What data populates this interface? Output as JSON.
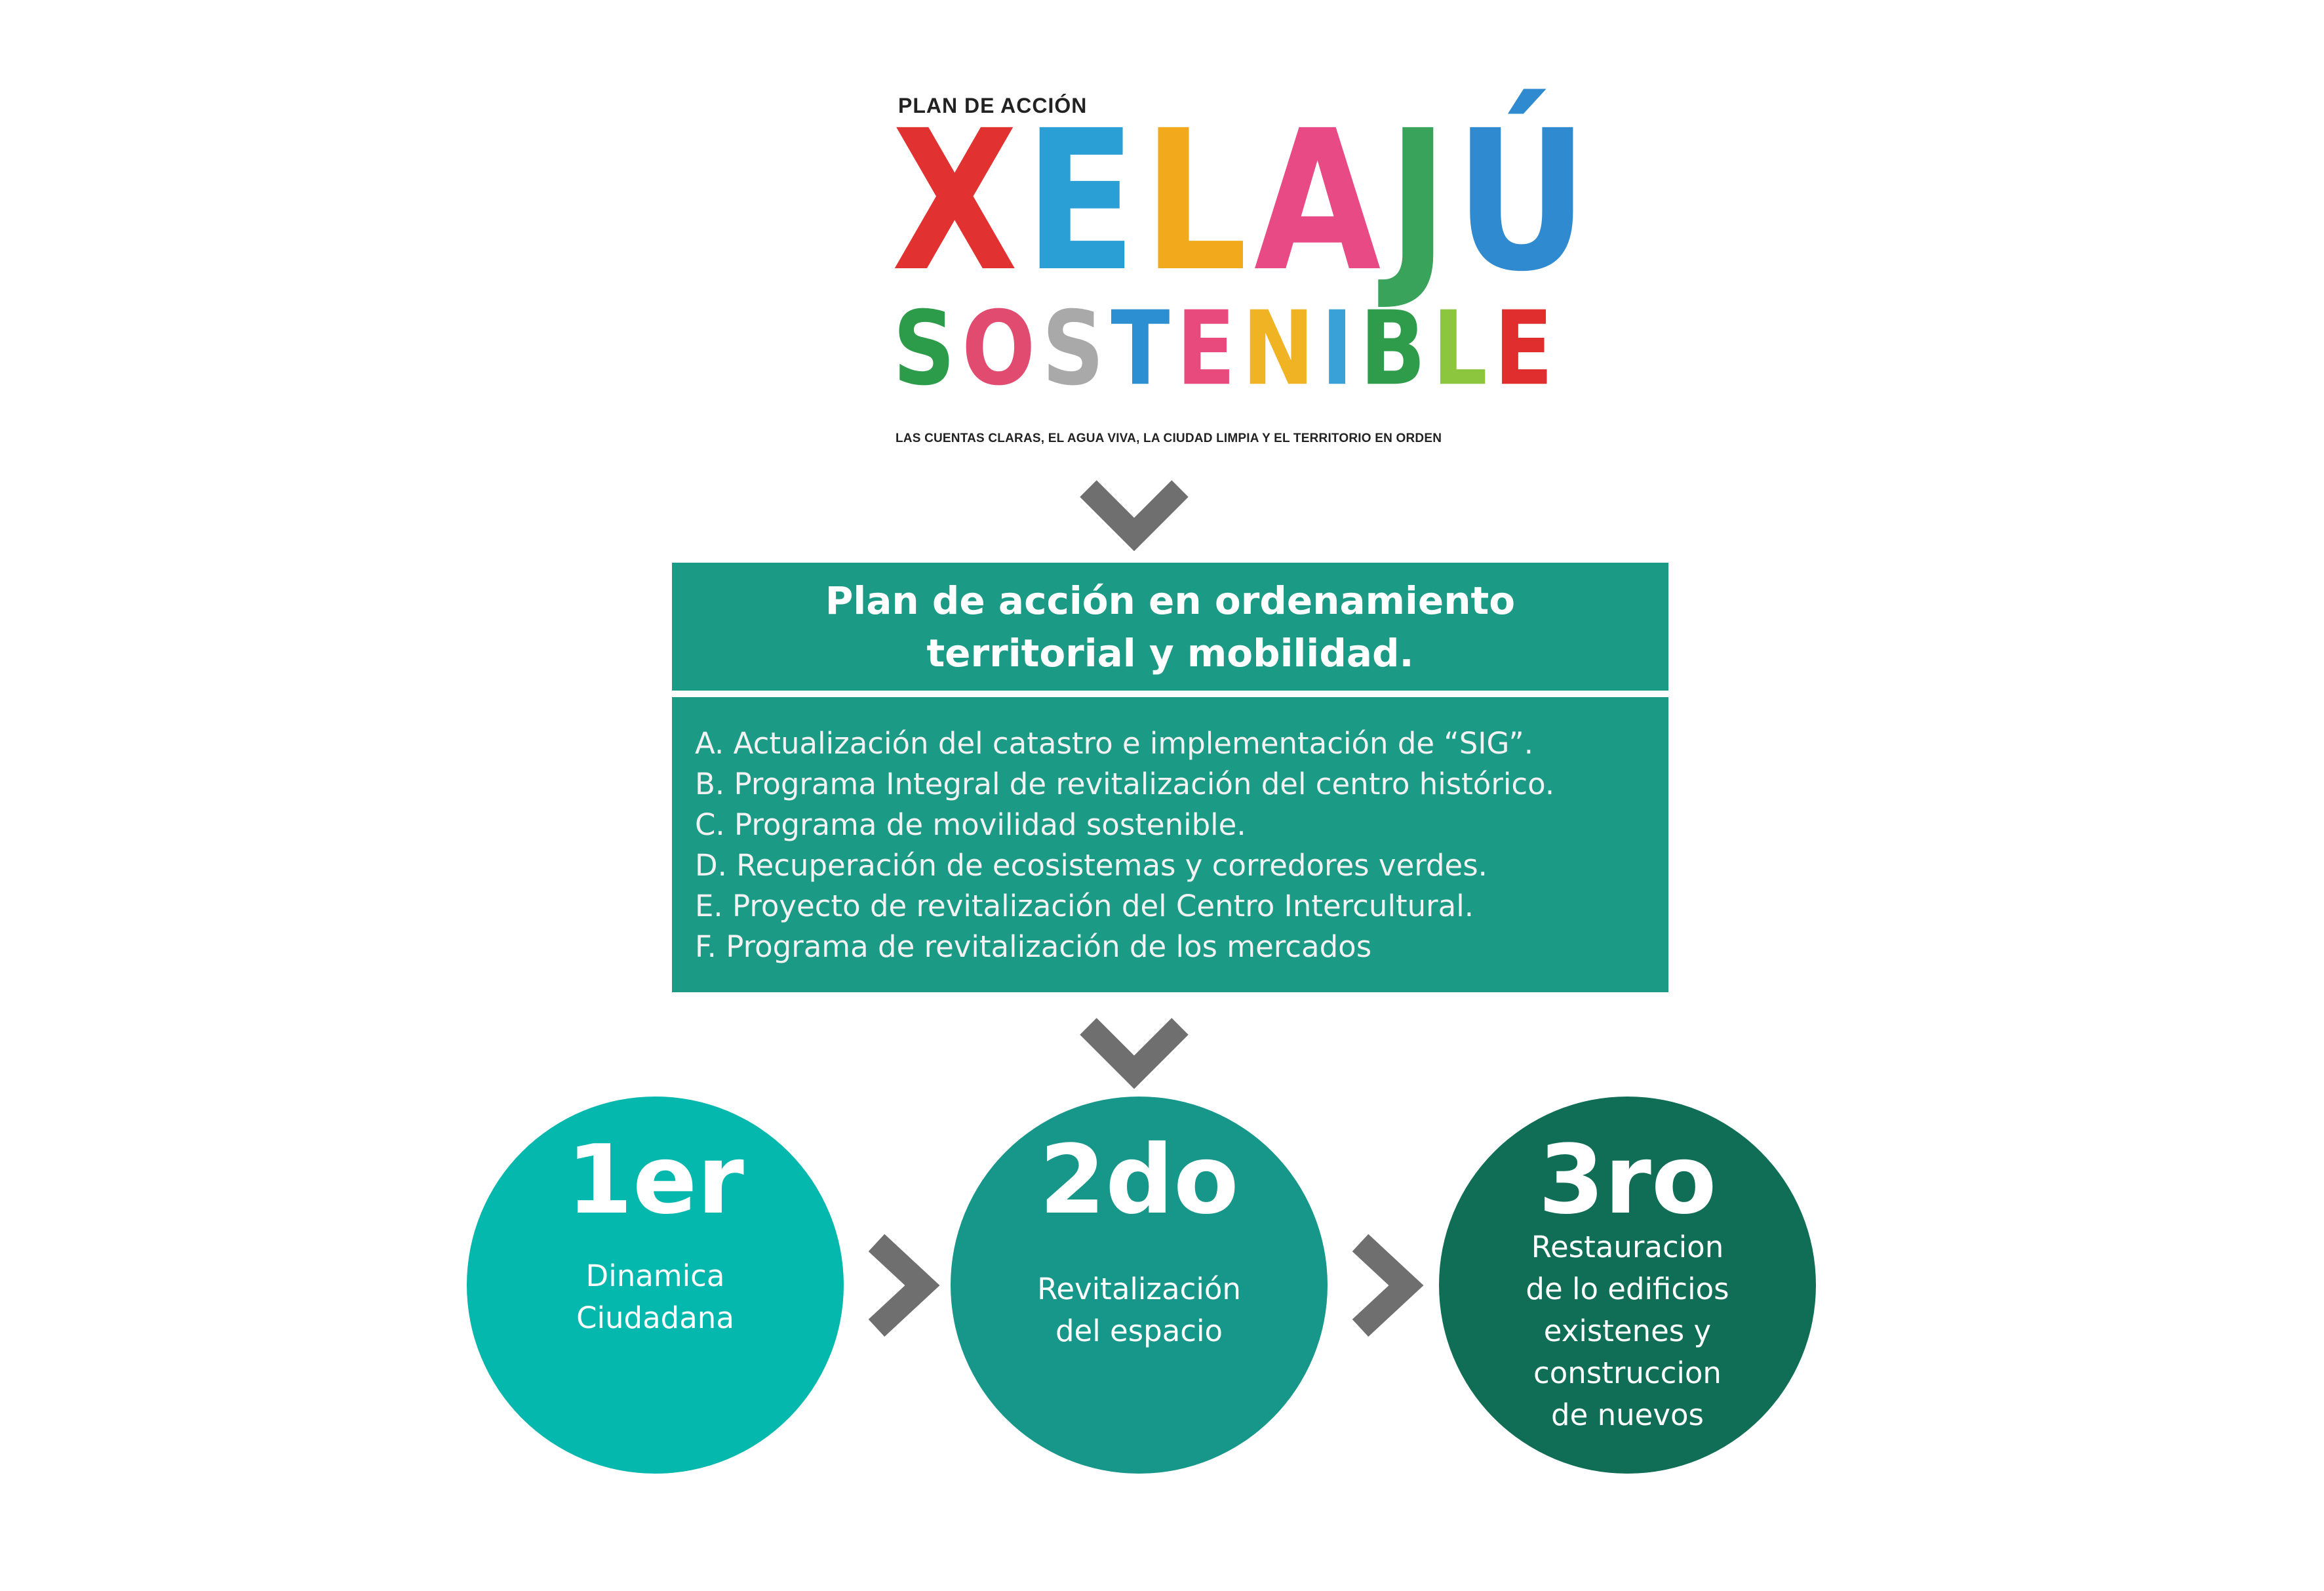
{
  "logo": {
    "kicker": "PLAN DE ACCIÓN",
    "line1": [
      "X",
      "E",
      "L",
      "A",
      "J",
      "Ú"
    ],
    "line2": [
      "S",
      "O",
      "S",
      "T",
      "E",
      "N",
      "I",
      "B",
      "L",
      "E"
    ],
    "tagline": "LAS CUENTAS CLARAS, EL AGUA VIVA, LA CIUDAD LIMPIA Y EL TERRITORIO EN ORDEN",
    "line1_colors": [
      "#e23131",
      "#2a9fd6",
      "#f2a91b",
      "#e84a86",
      "#3aa35b",
      "#2f8ad0"
    ],
    "line2_colors": [
      "#2d9c4a",
      "#e14b6f",
      "#a9a9a9",
      "#2b8fd1",
      "#e84a7e",
      "#f0b323",
      "#3aa0d8",
      "#2f9c4c",
      "#8cc63f",
      "#e02d2d"
    ]
  },
  "plan": {
    "title_line1": "Plan de acción en ordenamiento",
    "title_line2": "territorial y mobilidad.",
    "items": [
      "A. Actualización del catastro e implementación de “SIG”.",
      "B. Programa Integral de revitalización del centro histórico.",
      "C. Programa de movilidad sostenible.",
      "D. Recuperación de ecosistemas y corredores verdes.",
      "E. Proyecto de revitalización del Centro Intercultural.",
      "F. Programa de revitalización de los mercados"
    ]
  },
  "steps": [
    {
      "number": "1er",
      "desc": "Dinamica\nCiudadana"
    },
    {
      "number": "2do",
      "desc": "Revitalización\ndel espacio"
    },
    {
      "number": "3ro",
      "desc": "Restauracion\nde lo edificios\nexistenes y\nconstruccion\nde nuevos"
    }
  ],
  "colors": {
    "box": "#1b9a85",
    "step1": "#04b8ad",
    "step2": "#16978a",
    "step3": "#0f6e55",
    "chevron": "#6f6f6f"
  }
}
